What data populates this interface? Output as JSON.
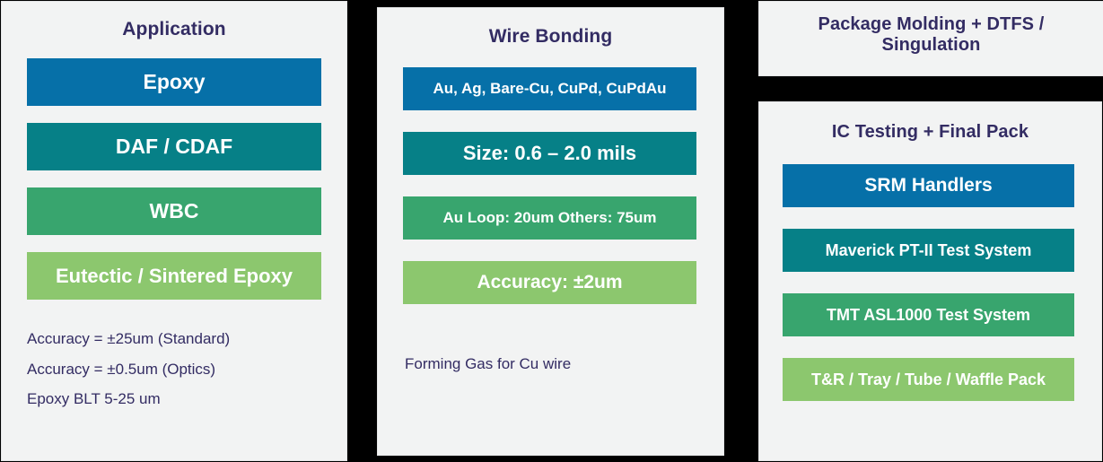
{
  "theme": {
    "background": "#000000",
    "panel_background": "#F2F3F3",
    "title_color": "#332C63",
    "note_color": "#332C63",
    "bar_text_color": "#FFFFFF",
    "bar_colors": {
      "blue": "#0670A8",
      "teal": "#068087",
      "green": "#38A56E",
      "light_green": "#8CC76E"
    }
  },
  "panels": {
    "application": {
      "title": "Application",
      "bars": [
        {
          "label": "Epoxy",
          "color": "blue"
        },
        {
          "label": "DAF / CDAF",
          "color": "teal"
        },
        {
          "label": "WBC",
          "color": "green"
        },
        {
          "label": "Eutectic / Sintered Epoxy",
          "color": "light_green"
        }
      ],
      "notes": [
        "Accuracy = ±25um (Standard)",
        "Accuracy = ±0.5um (Optics)",
        "Epoxy BLT 5-25 um"
      ]
    },
    "wire_bonding": {
      "title": "Wire Bonding",
      "bars": [
        {
          "label": "Au, Ag, Bare-Cu, CuPd, CuPdAu",
          "color": "blue"
        },
        {
          "label": "Size: 0.6 – 2.0 mils",
          "color": "teal"
        },
        {
          "label": "Au Loop: 20um Others: 75um",
          "color": "green"
        },
        {
          "label": "Accuracy: ±2um",
          "color": "light_green"
        }
      ],
      "notes": [
        "Forming Gas for Cu wire"
      ]
    },
    "package_molding": {
      "title": "Package Molding + DTFS / Singulation",
      "bars": [],
      "notes": []
    },
    "ic_testing": {
      "title": "IC Testing + Final Pack",
      "bars": [
        {
          "label": "SRM Handlers",
          "color": "blue"
        },
        {
          "label": "Maverick PT-II Test System",
          "color": "teal"
        },
        {
          "label": "TMT ASL1000 Test System",
          "color": "green"
        },
        {
          "label": "T&R / Tray / Tube / Waffle Pack",
          "color": "light_green"
        }
      ],
      "notes": []
    }
  }
}
